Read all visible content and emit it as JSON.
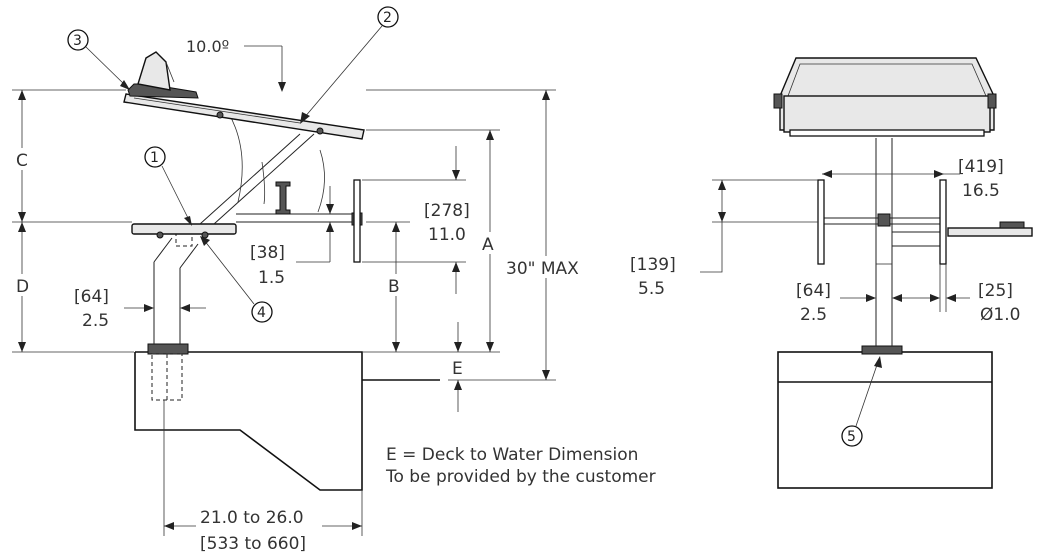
{
  "side_view": {
    "angle": "10.0º",
    "dim_c": "C",
    "dim_d": "D",
    "dim_a": "A",
    "dim_b": "B",
    "dim_e": "E",
    "dim_30": "30\" MAX",
    "dim_278_mm": "[278]",
    "dim_278_in": "11.0",
    "dim_38_mm": "[38]",
    "dim_38_in": "1.5",
    "dim_64_mm": "[64]",
    "dim_64_in": "2.5",
    "dim_range_in": "21.0 to 26.0",
    "dim_range_mm": "[533 to 660]",
    "note_line1": "E = Deck to Water Dimension",
    "note_line2": "To be provided by the customer"
  },
  "front_view": {
    "dim_419_mm": "[419]",
    "dim_419_in": "16.5",
    "dim_139_mm": "[139]",
    "dim_139_in": "5.5",
    "dim_64_mm": "[64]",
    "dim_64_in": "2.5",
    "dim_25_mm": "[25]",
    "dim_25_in": "Ø1.0"
  },
  "callouts": [
    "1",
    "2",
    "3",
    "4",
    "5"
  ]
}
